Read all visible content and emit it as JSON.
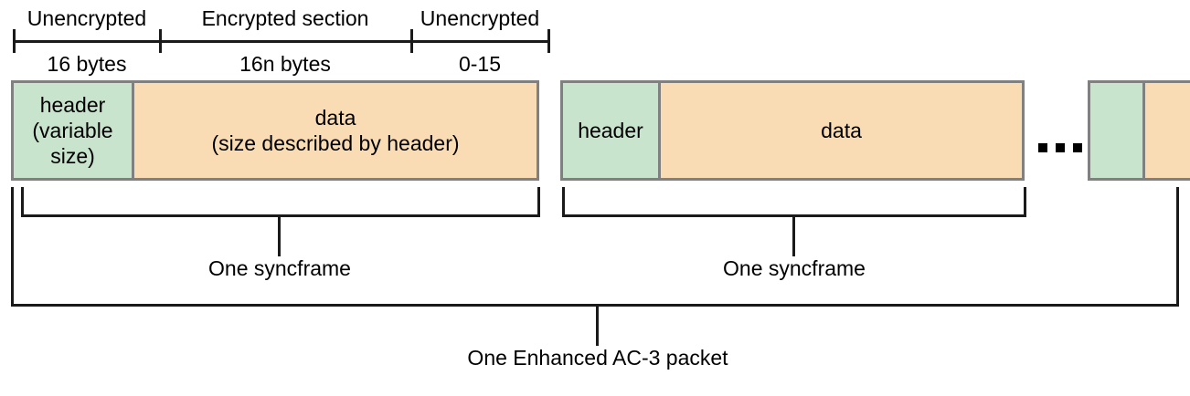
{
  "diagram": {
    "title": "One Enhanced AC-3 packet",
    "colors": {
      "header_fill": "#c9e4cd",
      "data_fill": "#fadcb4",
      "block_border": "#808080",
      "line": "#1a1a1a",
      "background": "#ffffff"
    }
  },
  "ruler": {
    "sections": [
      {
        "top_label": "Unencrypted",
        "bottom_label": "16 bytes"
      },
      {
        "top_label": "Encrypted section",
        "bottom_label": "16n bytes"
      },
      {
        "top_label": "Unencrypted",
        "bottom_label": "0-15"
      }
    ]
  },
  "packets": [
    {
      "header_label": "header\n(variable\nsize)",
      "header_lines": [
        "header",
        "(variable",
        "size)"
      ],
      "data_label": "data\n(size described by header)",
      "data_lines": [
        "data",
        "(size described by header)"
      ],
      "bracket_label": "One syncframe"
    },
    {
      "header_label": "header",
      "data_label": "data",
      "bracket_label": "One syncframe"
    },
    {
      "header_label": "",
      "data_label": "",
      "bracket_label": ""
    }
  ],
  "continuation": {
    "glyph": "ellipsis",
    "dots": 3
  },
  "outer_bracket": {
    "label": "One Enhanced AC-3 packet"
  }
}
